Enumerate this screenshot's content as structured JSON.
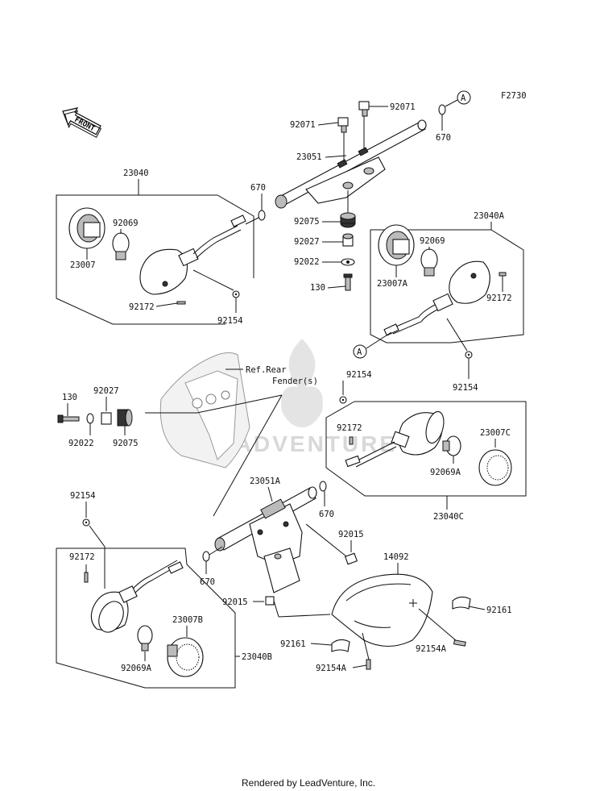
{
  "figure_code": "F2730",
  "front_label": "FRONT",
  "ref_note": {
    "line1": "Ref.Rear",
    "line2": "Fender(s)"
  },
  "watermark": "LEADVENTURE",
  "footer": "Rendered by LeadVenture, Inc.",
  "circle_ref": "A",
  "labels": {
    "p92071_left": "92071",
    "p92071_right": "92071",
    "p670_top_right": "670",
    "p23051": "23051",
    "p23040": "23040",
    "p670_top_left": "670",
    "p92069_left": "92069",
    "p23007": "23007",
    "p92075_center": "92075",
    "p92027_center": "92027",
    "p92022_center": "92022",
    "p130_center": "130",
    "p92172_left": "92172",
    "p92154_left": "92154",
    "p23040A": "23040A",
    "p92069_right": "92069",
    "p23007A": "23007A",
    "p92172_right": "92172",
    "p92154_right": "92154",
    "p130_left": "130",
    "p92027_left": "92027",
    "p92022_left": "92022",
    "p92075_left": "92075",
    "p92154_mid": "92154",
    "p92172_mid": "92172",
    "p23007C": "23007C",
    "p92069A_right": "92069A",
    "p23040C": "23040C",
    "p23051A": "23051A",
    "p670_mid": "670",
    "p92015_right": "92015",
    "p14092": "14092",
    "p92154_lower": "92154",
    "p92172_lower": "92172",
    "p670_lower": "670",
    "p92015_left": "92015",
    "p92161_right": "92161",
    "p23007B": "23007B",
    "p92154A_right": "92154A",
    "p92069A_left": "92069A",
    "p92161_left": "92161",
    "p23040B": "23040B",
    "p92154A_left": "92154A"
  }
}
